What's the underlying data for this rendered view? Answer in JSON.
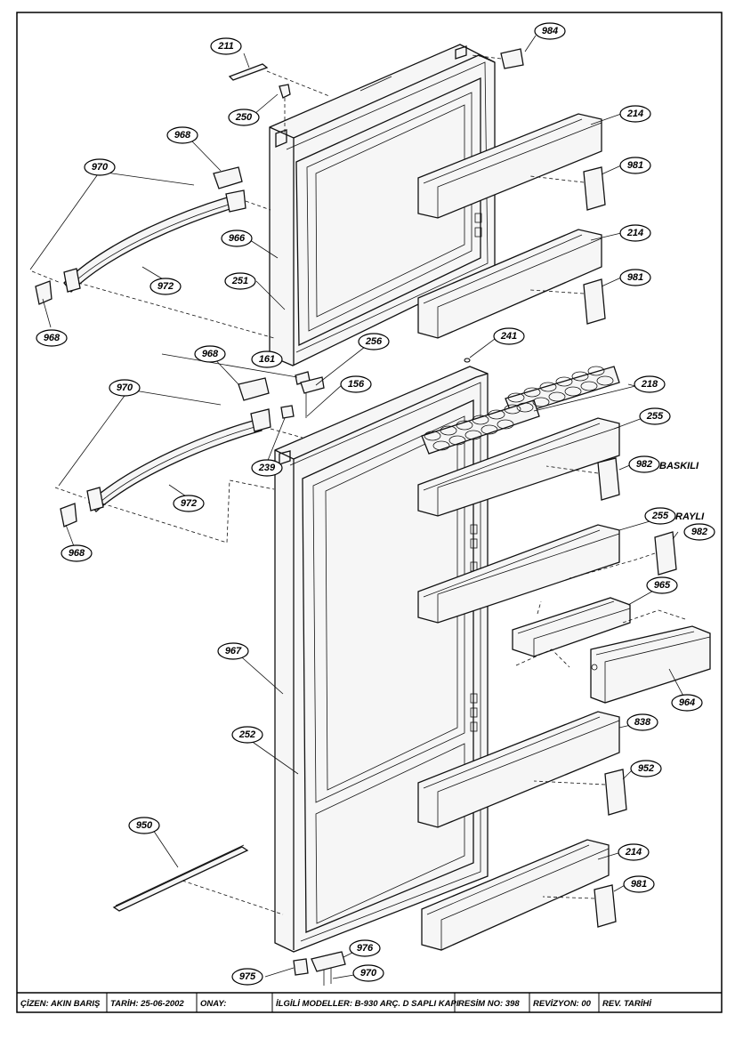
{
  "callouts": [
    {
      "id": "c211",
      "text": "211"
    },
    {
      "id": "c984",
      "text": "984"
    },
    {
      "id": "c250",
      "text": "250"
    },
    {
      "id": "c214a",
      "text": "214"
    },
    {
      "id": "c968a",
      "text": "968"
    },
    {
      "id": "c970a",
      "text": "970"
    },
    {
      "id": "c981a",
      "text": "981"
    },
    {
      "id": "c966",
      "text": "966"
    },
    {
      "id": "c214b",
      "text": "214"
    },
    {
      "id": "c972a",
      "text": "972"
    },
    {
      "id": "c251",
      "text": "251"
    },
    {
      "id": "c981b",
      "text": "981"
    },
    {
      "id": "c968b",
      "text": "968"
    },
    {
      "id": "c968c",
      "text": "968"
    },
    {
      "id": "c256",
      "text": "256"
    },
    {
      "id": "c241",
      "text": "241"
    },
    {
      "id": "c161",
      "text": "161"
    },
    {
      "id": "c156",
      "text": "156"
    },
    {
      "id": "c970b",
      "text": "970"
    },
    {
      "id": "c218",
      "text": "218"
    },
    {
      "id": "c255a",
      "text": "255"
    },
    {
      "id": "c239",
      "text": "239"
    },
    {
      "id": "c982a",
      "text": "982"
    },
    {
      "id": "c972b",
      "text": "972"
    },
    {
      "id": "c255b",
      "text": "255"
    },
    {
      "id": "c982b",
      "text": "982"
    },
    {
      "id": "c968d",
      "text": "968"
    },
    {
      "id": "c965",
      "text": "965"
    },
    {
      "id": "c967",
      "text": "967"
    },
    {
      "id": "c964",
      "text": "964"
    },
    {
      "id": "c838",
      "text": "838"
    },
    {
      "id": "c252",
      "text": "252"
    },
    {
      "id": "c952",
      "text": "952"
    },
    {
      "id": "c950",
      "text": "950"
    },
    {
      "id": "c214c",
      "text": "214"
    },
    {
      "id": "c981c",
      "text": "981"
    },
    {
      "id": "c976",
      "text": "976"
    },
    {
      "id": "c975",
      "text": "975"
    },
    {
      "id": "c970c",
      "text": "970"
    }
  ],
  "side_labels": {
    "baskili": "BASKILI",
    "rayli": "RAYLI"
  },
  "title_block": {
    "cizen": "ÇİZEN: AKIN  BARIŞ",
    "tarih": "TARİH: 25-06-2002",
    "onay": "ONAY:",
    "modeller": "İLGİLİ MODELLER: B-930 ARÇ. D SAPLI KAPI",
    "resim": "RESİM NO: 398",
    "revizyon": "REVİZYON: 00",
    "rev_tarihi": "REV. TARİHİ"
  }
}
